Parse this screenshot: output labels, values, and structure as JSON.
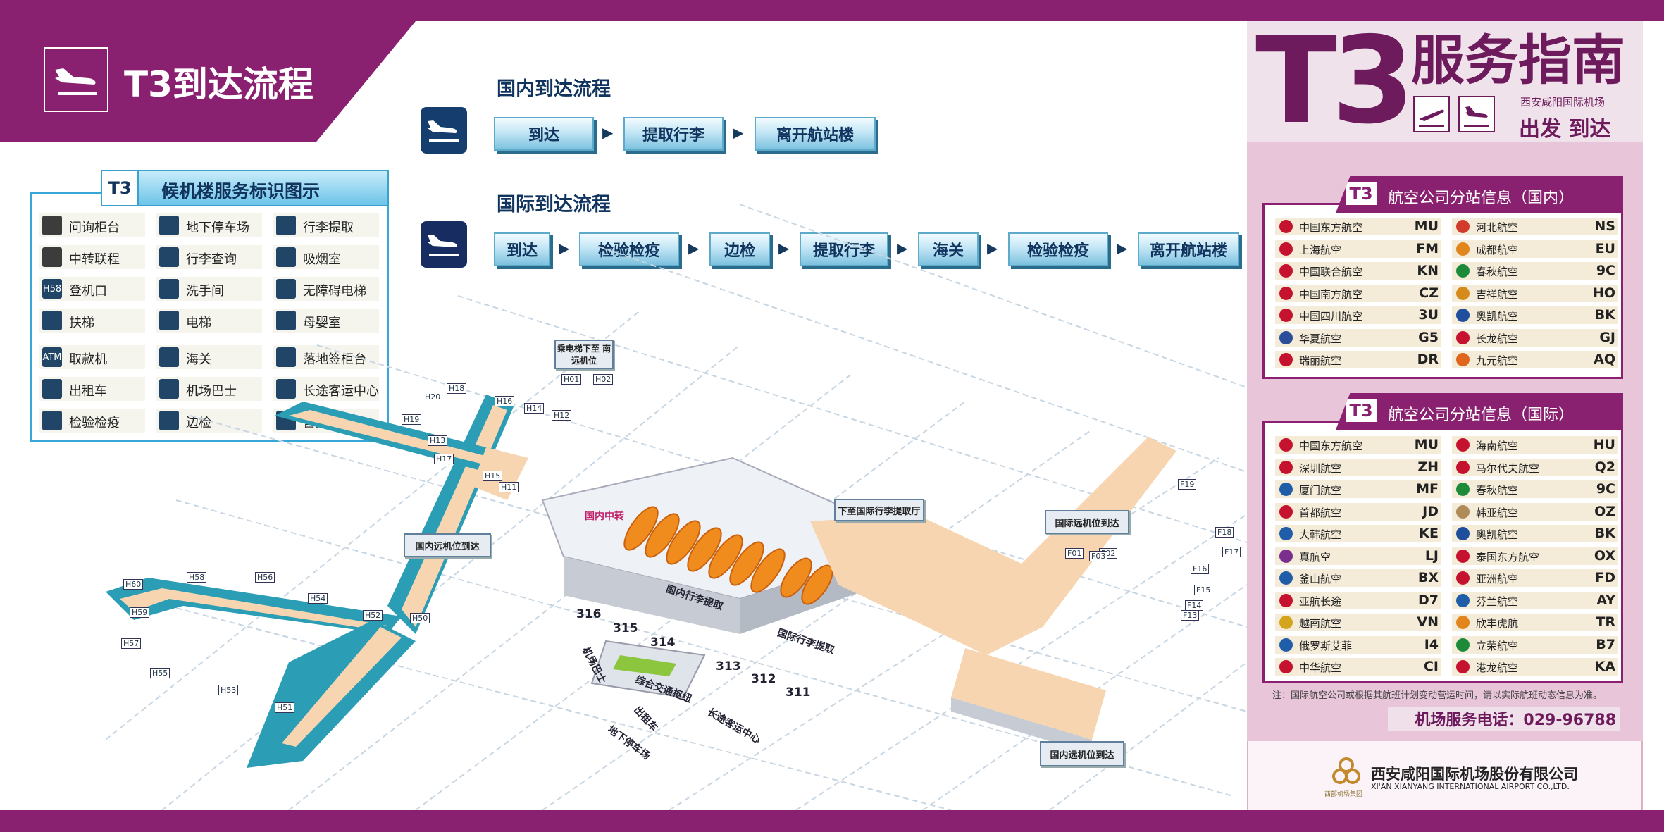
{
  "header": {
    "title": "T3到达流程"
  },
  "domestic_flow": {
    "title": "国内到达流程",
    "steps": [
      "到达",
      "提取行李",
      "离开航站楼"
    ]
  },
  "international_flow": {
    "title": "国际到达流程",
    "steps": [
      "到达",
      "检验检疫",
      "边检",
      "提取行李",
      "海关",
      "检验检疫",
      "离开航站楼"
    ]
  },
  "legend": {
    "badge": "T3",
    "title": "候机楼服务标识图示",
    "items": [
      {
        "label": "问询柜台",
        "icon": "info-icon"
      },
      {
        "label": "地下停车场",
        "icon": "parking-icon"
      },
      {
        "label": "行李提取",
        "icon": "baggage-claim-icon"
      },
      {
        "label": "中转联程",
        "icon": "transfer-icon"
      },
      {
        "label": "行李查询",
        "icon": "baggage-inquiry-icon"
      },
      {
        "label": "吸烟室",
        "icon": "smoking-icon"
      },
      {
        "label": "登机口",
        "icon": "gate-icon",
        "glyph": "H58"
      },
      {
        "label": "洗手间",
        "icon": "restroom-icon"
      },
      {
        "label": "无障碍电梯",
        "icon": "accessible-elevator-icon"
      },
      {
        "label": "扶梯",
        "icon": "escalator-icon"
      },
      {
        "label": "电梯",
        "icon": "elevator-icon"
      },
      {
        "label": "母婴室",
        "icon": "nursery-icon"
      },
      {
        "label": "取款机",
        "icon": "atm-icon",
        "glyph": "ATM"
      },
      {
        "label": "海关",
        "icon": "customs-icon"
      },
      {
        "label": "落地签柜台",
        "icon": "visa-on-arrival-icon"
      },
      {
        "label": "出租车",
        "icon": "taxi-icon"
      },
      {
        "label": "机场巴士",
        "icon": "airport-bus-icon"
      },
      {
        "label": "长途客运中心",
        "icon": "coach-station-icon"
      },
      {
        "label": "检验检疫",
        "icon": "quarantine-icon"
      },
      {
        "label": "边检",
        "icon": "border-control-icon"
      },
      {
        "label": "售票",
        "icon": "ticketing-icon"
      }
    ]
  },
  "map": {
    "callouts": {
      "elevator_remote": "乘电梯下至\n南远机位",
      "domestic_remote_left": "国内远机位到达",
      "intl_baggage_hall": "下至国际行李提取厅",
      "intl_remote": "国际远机位到达",
      "domestic_remote_bottom": "国内远机位到达"
    },
    "domestic_transfer": "国内中转",
    "domestic_baggage": "国内行李提取",
    "intl_baggage": "国际行李提取",
    "transport_center": "综合交通枢纽",
    "airport_bus": "机场巴士",
    "taxi": "出租车",
    "parking": "地下停车场",
    "coach": "长途客运中心",
    "doors": [
      "316",
      "315",
      "314",
      "313",
      "312",
      "311"
    ],
    "gates": [
      "H60",
      "H58",
      "H56",
      "H54",
      "H52",
      "H50",
      "H59",
      "H57",
      "H55",
      "H53",
      "H51",
      "H20",
      "H18",
      "H16",
      "H14",
      "H12",
      "H15",
      "H13",
      "H11",
      "H19",
      "H17",
      "H01",
      "H02",
      "F01",
      "F02",
      "F03",
      "F19",
      "F18",
      "F17",
      "F16",
      "F15",
      "F14",
      "F13"
    ]
  },
  "right_panel": {
    "t3": "T3",
    "title": "服务指南",
    "airport_name": "西安咸阳国际机场",
    "depart_arrive": "出发 到达",
    "domestic_table": {
      "badge": "T3",
      "title": "航空公司分站信息（国内）",
      "airlines": [
        {
          "name": "中国东方航空",
          "code": "MU",
          "color": "#c4122f"
        },
        {
          "name": "河北航空",
          "code": "NS",
          "color": "#d23b2c"
        },
        {
          "name": "上海航空",
          "code": "FM",
          "color": "#c4122f"
        },
        {
          "name": "成都航空",
          "code": "EU",
          "color": "#e0861d"
        },
        {
          "name": "中国联合航空",
          "code": "KN",
          "color": "#c4122f"
        },
        {
          "name": "春秋航空",
          "code": "9C",
          "color": "#1d8a3a"
        },
        {
          "name": "中国南方航空",
          "code": "CZ",
          "color": "#c4122f"
        },
        {
          "name": "吉祥航空",
          "code": "HO",
          "color": "#d48b1b"
        },
        {
          "name": "中国四川航空",
          "code": "3U",
          "color": "#c4122f"
        },
        {
          "name": "奥凯航空",
          "code": "BK",
          "color": "#1f4e9c"
        },
        {
          "name": "华夏航空",
          "code": "G5",
          "color": "#2a4e9a"
        },
        {
          "name": "长龙航空",
          "code": "GJ",
          "color": "#c4122f"
        },
        {
          "name": "瑞丽航空",
          "code": "DR",
          "color": "#c4122f"
        },
        {
          "name": "九元航空",
          "code": "AQ",
          "color": "#e0661d"
        }
      ]
    },
    "intl_table": {
      "badge": "T3",
      "title": "航空公司分站信息（国际）",
      "airlines": [
        {
          "name": "中国东方航空",
          "code": "MU",
          "color": "#c4122f"
        },
        {
          "name": "海南航空",
          "code": "HU",
          "color": "#c4122f"
        },
        {
          "name": "深圳航空",
          "code": "ZH",
          "color": "#c4122f"
        },
        {
          "name": "马尔代夫航空",
          "code": "Q2",
          "color": "#c4122f"
        },
        {
          "name": "厦门航空",
          "code": "MF",
          "color": "#1f5da8"
        },
        {
          "name": "春秋航空",
          "code": "9C",
          "color": "#1d8a3a"
        },
        {
          "name": "首都航空",
          "code": "JD",
          "color": "#c4122f"
        },
        {
          "name": "韩亚航空",
          "code": "OZ",
          "color": "#b08b5a"
        },
        {
          "name": "大韩航空",
          "code": "KE",
          "color": "#1f5da8"
        },
        {
          "name": "奥凯航空",
          "code": "BK",
          "color": "#1f4e9c"
        },
        {
          "name": "真航空",
          "code": "LJ",
          "color": "#7a2f8f"
        },
        {
          "name": "泰国东方航空",
          "code": "OX",
          "color": "#c4122f"
        },
        {
          "name": "釜山航空",
          "code": "BX",
          "color": "#1f5da8"
        },
        {
          "name": "亚洲航空",
          "code": "FD",
          "color": "#c4122f"
        },
        {
          "name": "亚航长途",
          "code": "D7",
          "color": "#c4122f"
        },
        {
          "name": "芬兰航空",
          "code": "AY",
          "color": "#1f5da8"
        },
        {
          "name": "越南航空",
          "code": "VN",
          "color": "#d4a41b"
        },
        {
          "name": "欣丰虎航",
          "code": "TR",
          "color": "#e0861d"
        },
        {
          "name": "俄罗斯艾菲",
          "code": "I4",
          "color": "#1f5da8"
        },
        {
          "name": "立荣航空",
          "code": "B7",
          "color": "#1d8a3a"
        },
        {
          "name": "中华航空",
          "code": "CI",
          "color": "#c4122f"
        },
        {
          "name": "港龙航空",
          "code": "KA",
          "color": "#c4122f"
        }
      ]
    },
    "note": "注：国际航空公司或根据其航班计划变动营运时间，请以实际航班动态信息为准。",
    "phone": "机场服务电话：029-96788",
    "company_cn": "西安咸阳国际机场股份有限公司",
    "company_en": "XI'AN XIANYANG INTERNATIONAL AIRPORT CO.,LTD.",
    "logo_text": "西部机场集团"
  },
  "colors": {
    "brand_purple": "#8a2070",
    "navy": "#153e6e",
    "teal": "#2b9db5",
    "walkway": "#f6d5b0"
  }
}
